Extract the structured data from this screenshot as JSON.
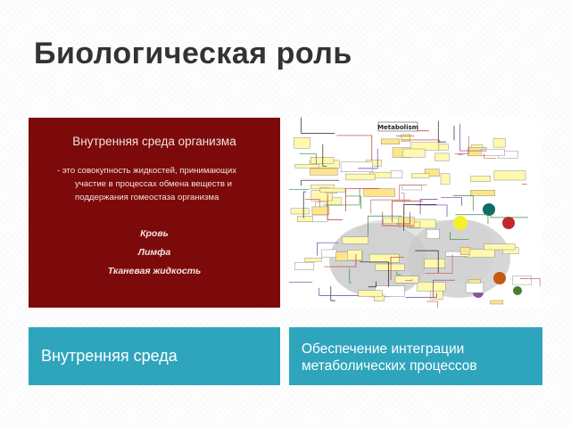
{
  "slide": {
    "title": "Биологическая роль"
  },
  "left_image": {
    "heading": "Внутренняя среда организма",
    "definition_line1": "- это совокупность жидкостей, принимающих",
    "definition_line2": "участие в процессах обмена веществ и",
    "definition_line3": "поддержания гомеостаза организма",
    "items": [
      "Кровь",
      "Лимфа",
      "Тканевая жидкость"
    ]
  },
  "right_image": {
    "title": "Metabolism"
  },
  "captions": {
    "left": "Внутренняя среда",
    "right_line1": "Обеспечение интеграции",
    "right_line2": "метаболических процессов"
  },
  "colors": {
    "title": "#333333",
    "left_background": "#7d0a0a",
    "caption_background": "#2fa5bd"
  }
}
